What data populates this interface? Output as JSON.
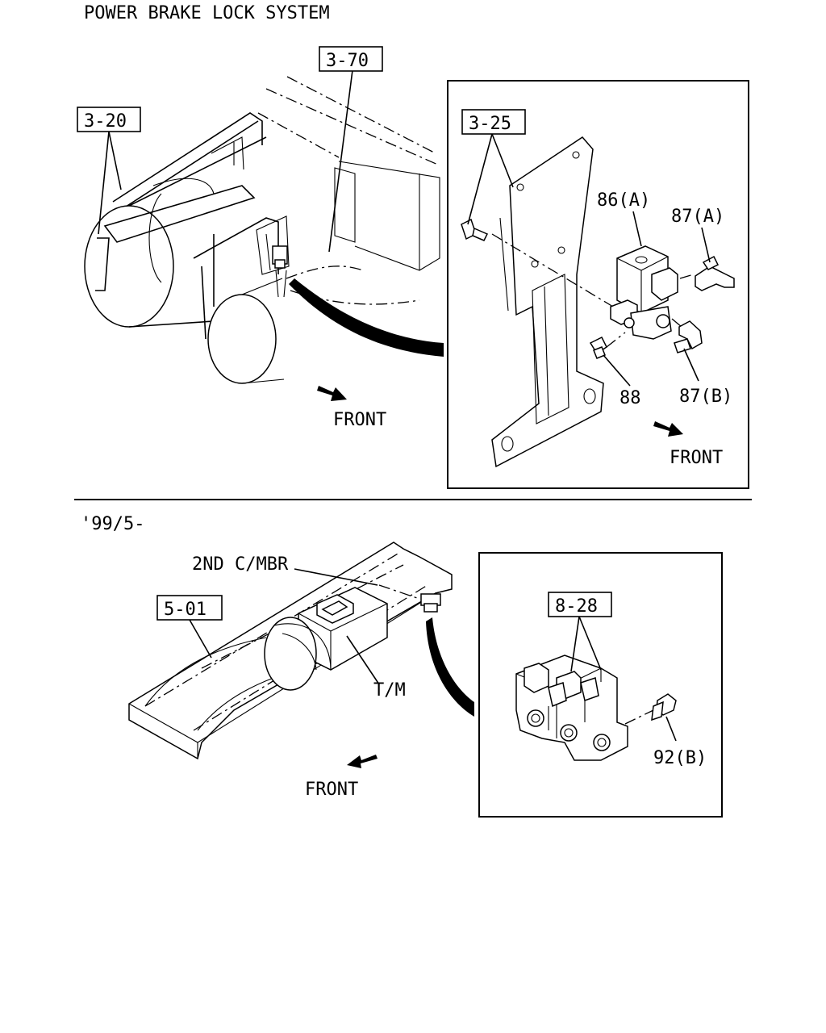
{
  "title": "POWER BRAKE LOCK SYSTEM",
  "refs": {
    "r370": "3-70",
    "r320": "3-20",
    "r325": "3-25",
    "r501": "5-01",
    "r828": "8-28"
  },
  "parts": {
    "p86a": "86(A)",
    "p87a": "87(A)",
    "p87b": "87(B)",
    "p88": "88",
    "p92b": "92(B)"
  },
  "labels": {
    "front": "FRONT",
    "variant": "'99/5-",
    "second_member": "2ND C/MBR",
    "transmission": "T/M"
  }
}
